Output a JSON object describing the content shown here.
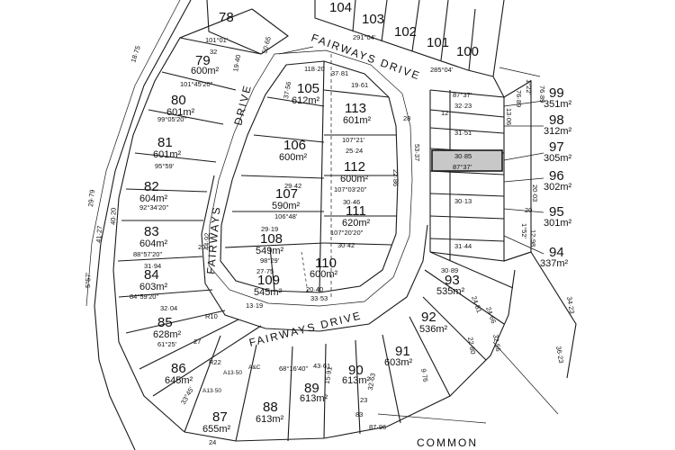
{
  "roads": {
    "fairways_drive": "FAIRWAYS DRIVE",
    "fairways": "FAIRWAYS",
    "drive": "DRIVE",
    "common": "COMMON"
  },
  "highlight_color": "#c8c8c8",
  "lots": [
    {
      "id": "78",
      "area": ""
    },
    {
      "id": "79",
      "area": "600m²"
    },
    {
      "id": "80",
      "area": "601m²"
    },
    {
      "id": "81",
      "area": "601m²"
    },
    {
      "id": "82",
      "area": "604m²"
    },
    {
      "id": "83",
      "area": "604m²"
    },
    {
      "id": "84",
      "area": "603m²"
    },
    {
      "id": "85",
      "area": "628m²"
    },
    {
      "id": "86",
      "area": "645m²"
    },
    {
      "id": "87",
      "area": "655m²"
    },
    {
      "id": "88",
      "area": "613m²"
    },
    {
      "id": "89",
      "area": "613m²"
    },
    {
      "id": "90",
      "area": "613m²"
    },
    {
      "id": "91",
      "area": "603m²"
    },
    {
      "id": "92",
      "area": "536m²"
    },
    {
      "id": "93",
      "area": "535m²"
    },
    {
      "id": "94",
      "area": "337m²"
    },
    {
      "id": "95",
      "area": "301m²"
    },
    {
      "id": "96",
      "area": "302m²"
    },
    {
      "id": "97",
      "area": "305m²"
    },
    {
      "id": "98",
      "area": "312m²"
    },
    {
      "id": "99",
      "area": "351m²"
    },
    {
      "id": "100",
      "area": ""
    },
    {
      "id": "101",
      "area": ""
    },
    {
      "id": "102",
      "area": ""
    },
    {
      "id": "103",
      "area": ""
    },
    {
      "id": "104",
      "area": ""
    },
    {
      "id": "105",
      "area": "612m²"
    },
    {
      "id": "106",
      "area": "600m²"
    },
    {
      "id": "107",
      "area": "590m²"
    },
    {
      "id": "108",
      "area": "549m²"
    },
    {
      "id": "109",
      "area": "545m²"
    },
    {
      "id": "110",
      "area": "600m²"
    },
    {
      "id": "111",
      "area": "620m²"
    },
    {
      "id": "112",
      "area": "600m²"
    },
    {
      "id": "113",
      "area": "601m²"
    }
  ],
  "dimensions": {
    "d1": "101°01'",
    "d2": "32",
    "d3": "101°45'20\"",
    "d4": "99°05'20\"",
    "d5": "95°59'",
    "d6": "92°34'20\"",
    "d7": "88°57'20\"",
    "d8": "84°59'20\"",
    "d9": "31·94",
    "d10": "32·04",
    "d11": "61°25'",
    "d12": "33°45'",
    "d13": "68°16'40\"",
    "d14": "43·61",
    "d15": "15·91",
    "d16": "32·63",
    "d17": "23",
    "d18": "83",
    "d19": "87·96",
    "d20": "30·89",
    "d21": "87°37'",
    "d22": "32·23",
    "d23": "31·51",
    "d24": "30·85",
    "d25": "30·13",
    "d26": "31·44",
    "d27": "118·20",
    "d28": "37·81",
    "d29": "19·61",
    "d30": "107°21'",
    "d31": "25·24",
    "d32": "107°03'20\"",
    "d33": "30·46",
    "d34": "107°20'20\"",
    "d35": "30·42",
    "d36": "29·42",
    "d37": "106°48'",
    "d38": "29·19",
    "d39": "98°29'",
    "d40": "27·75",
    "d41": "33·53",
    "d42": "20·40",
    "d43": "13·19",
    "d44": "R10",
    "d45": "291°04'",
    "d46": "285°04'",
    "d47": "76·89",
    "d48": "1°22'",
    "d49": "13·06",
    "d50": "12·98",
    "d51": "1°52'",
    "d52": "20·03",
    "d53": "20",
    "d54": "27",
    "d55": "24",
    "d56": "R22",
    "d57": "A13·50",
    "d58": "A13·50",
    "d59": "A&C",
    "d60": "24·81",
    "d61": "24·66",
    "d62": "22·80",
    "d63": "32·56",
    "d64": "9·76",
    "d65": "34·23",
    "d66": "36·23",
    "d67": "40·20",
    "d68": "41·27",
    "d69": "29·79",
    "d70": "5°57'",
    "d71": "20",
    "d72": "44·92",
    "d73": "37·56",
    "d74": "53·37",
    "d75": "28",
    "d76": "22·86",
    "d77": "12",
    "d78": "19·40",
    "d79": "50·65",
    "d80": "18·75",
    "d81": "76·89"
  }
}
